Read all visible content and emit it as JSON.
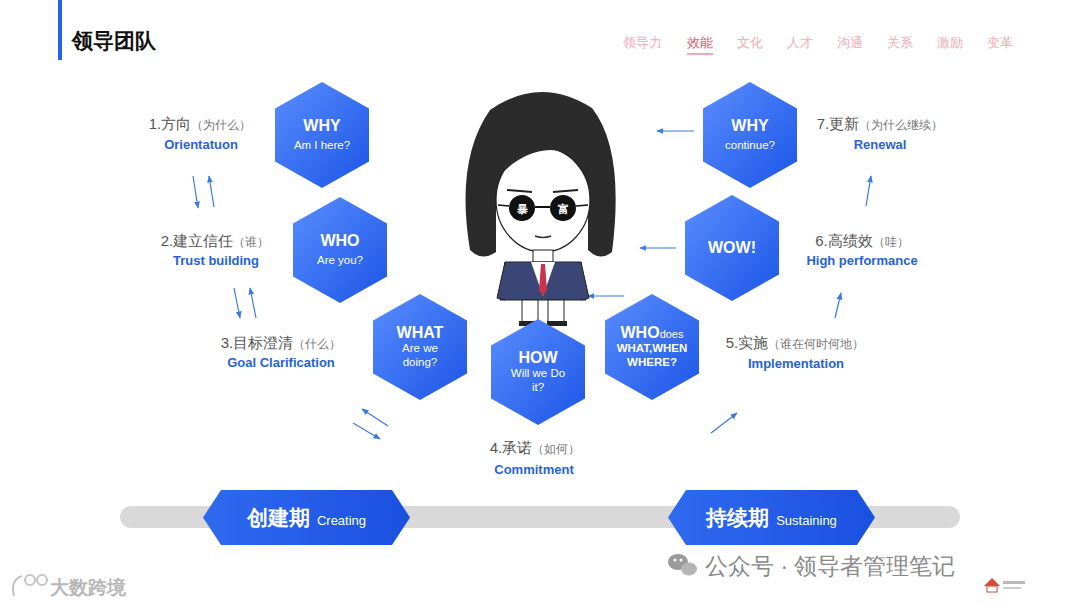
{
  "diagram": {
    "title": "领导团队",
    "nodes": [
      {
        "text": [
          "WHY",
          "Am I here?"
        ]
      },
      {
        "text": [
          "WHO",
          "Are you?"
        ]
      },
      {
        "text": [
          "WHAT",
          "Are we doing?"
        ]
      },
      {
        "text": [
          "HOW",
          "Will we Do it?"
        ]
      },
      {
        "text": [
          "WHO",
          "does",
          "WHAT,WHEN WHERE?"
        ]
      },
      {
        "text": [
          "WOW!"
        ]
      },
      {
        "text": [
          "WHY",
          "continue?"
        ]
      },
      {
        "text": [
          "创建期",
          "Creating"
        ]
      },
      {
        "text": [
          "持续期",
          "Sustaining"
        ]
      }
    ],
    "labels": [
      "领导力",
      "效能",
      "文化",
      "人才",
      "沟通",
      "关系",
      "激励",
      "变革",
      "1.方向",
      "（为什么）",
      "Orientatuon",
      "2.建立信任",
      "（谁）",
      "Trust building",
      "3.目标澄清",
      "（什么）",
      "Goal Clarification",
      "4.承诺",
      "（如何）",
      "Commitment",
      "5.实施",
      "（谁在何时何地）",
      "Implementation",
      "6.高绩效",
      "（哇）",
      "High performance",
      "7.更新",
      "（为什么继续）",
      "Renewal",
      "暴",
      "富",
      "公众号 · 领导者管理笔记",
      "大数跨境"
    ]
  }
}
